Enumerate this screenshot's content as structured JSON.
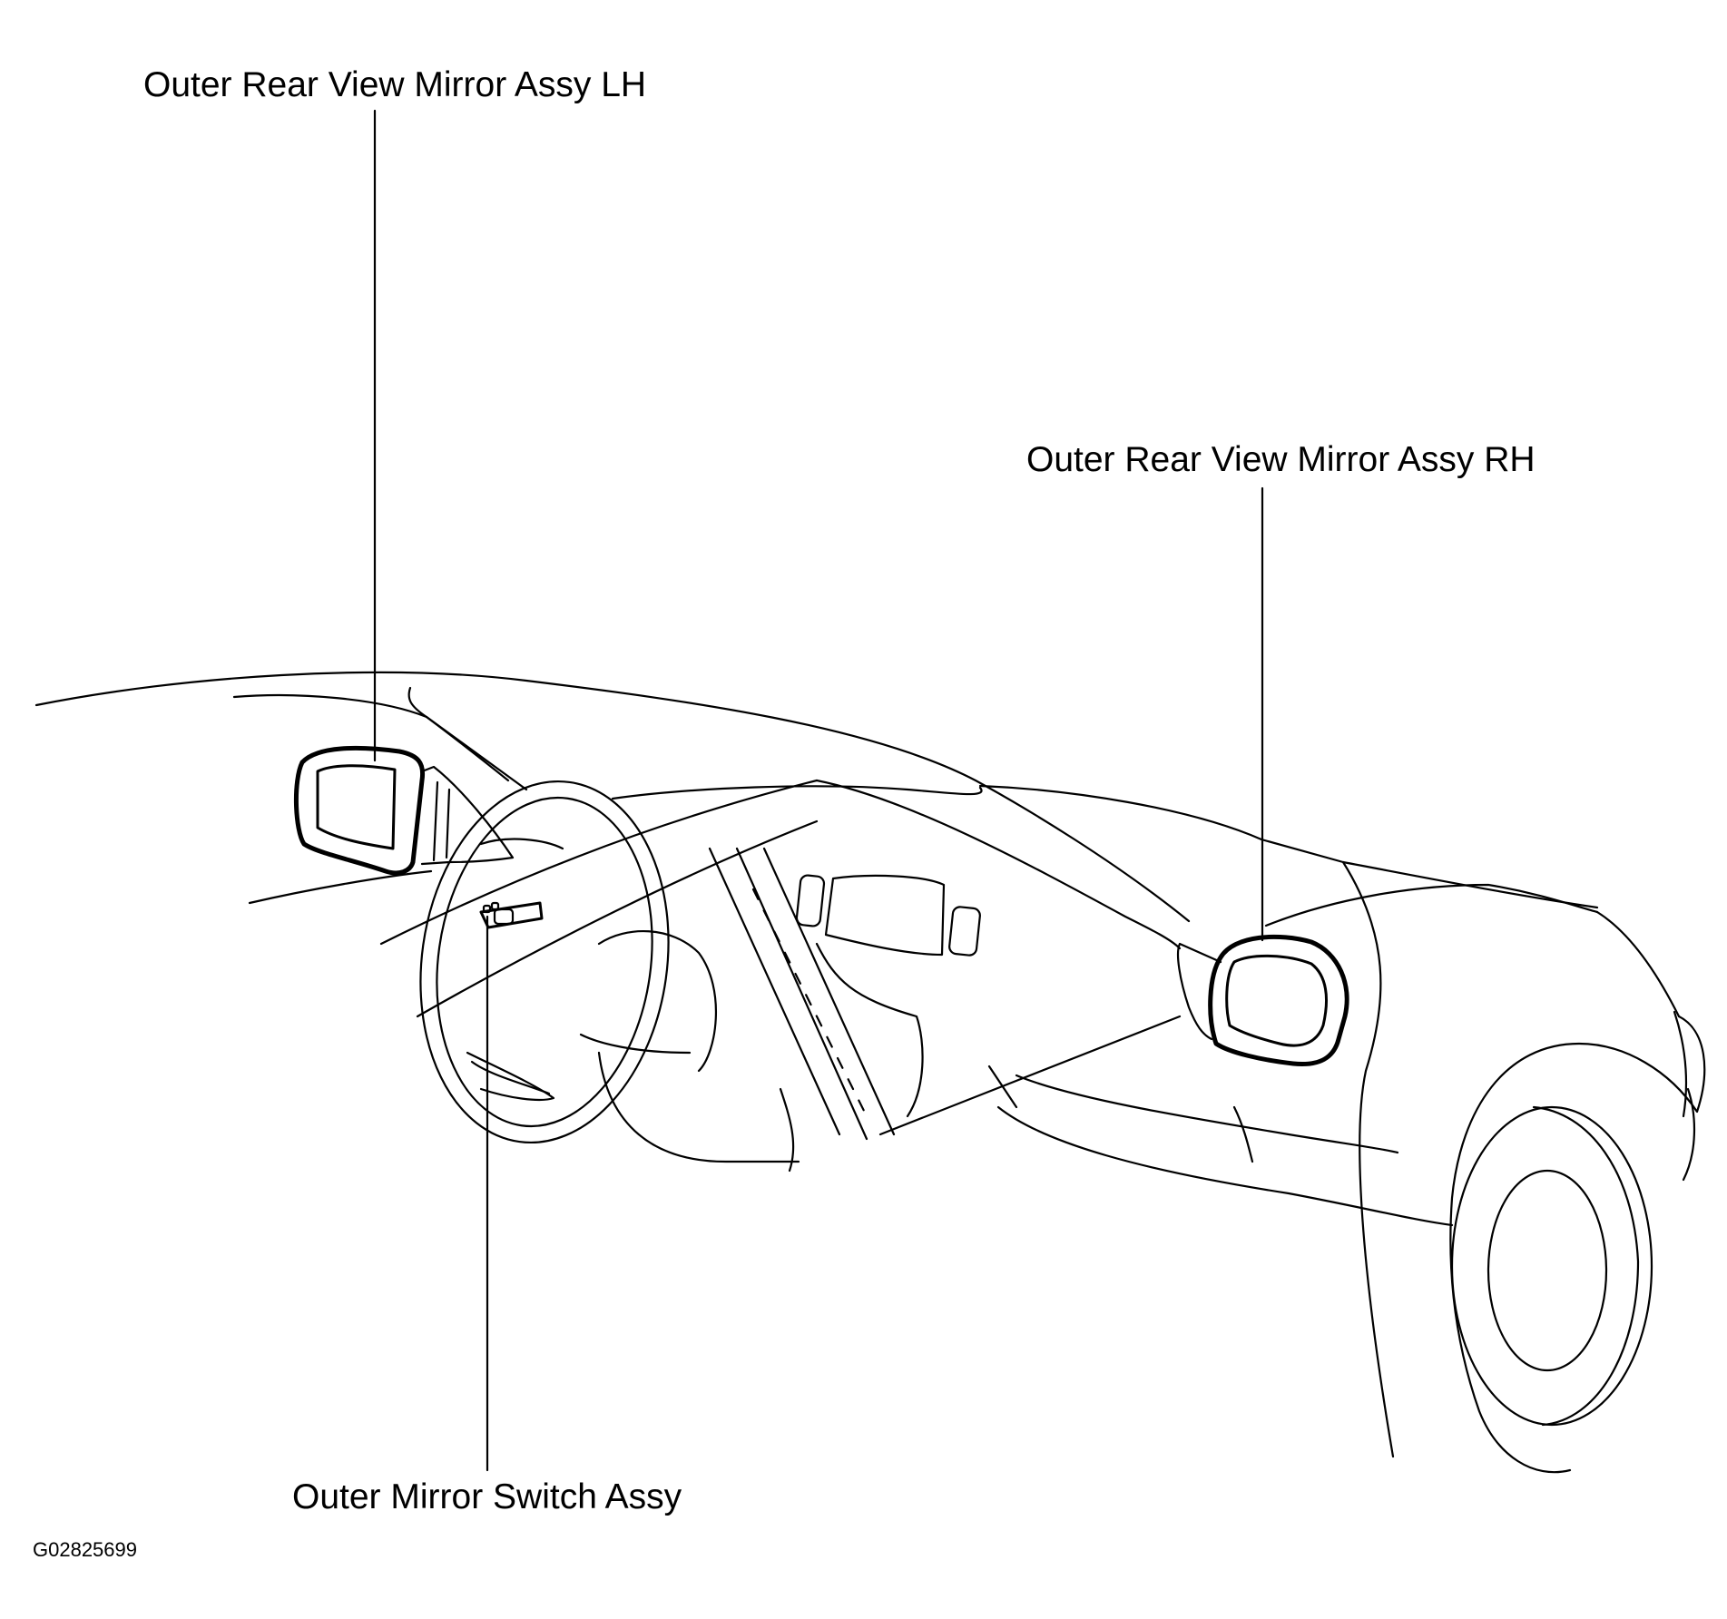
{
  "labels": {
    "mirror_lh": "Outer Rear View Mirror Assy LH",
    "mirror_rh": "Outer Rear View Mirror Assy RH",
    "mirror_switch": "Outer Mirror Switch Assy"
  },
  "figure_id": "G02825699",
  "colors": {
    "line": "#000000",
    "background": "#ffffff"
  }
}
